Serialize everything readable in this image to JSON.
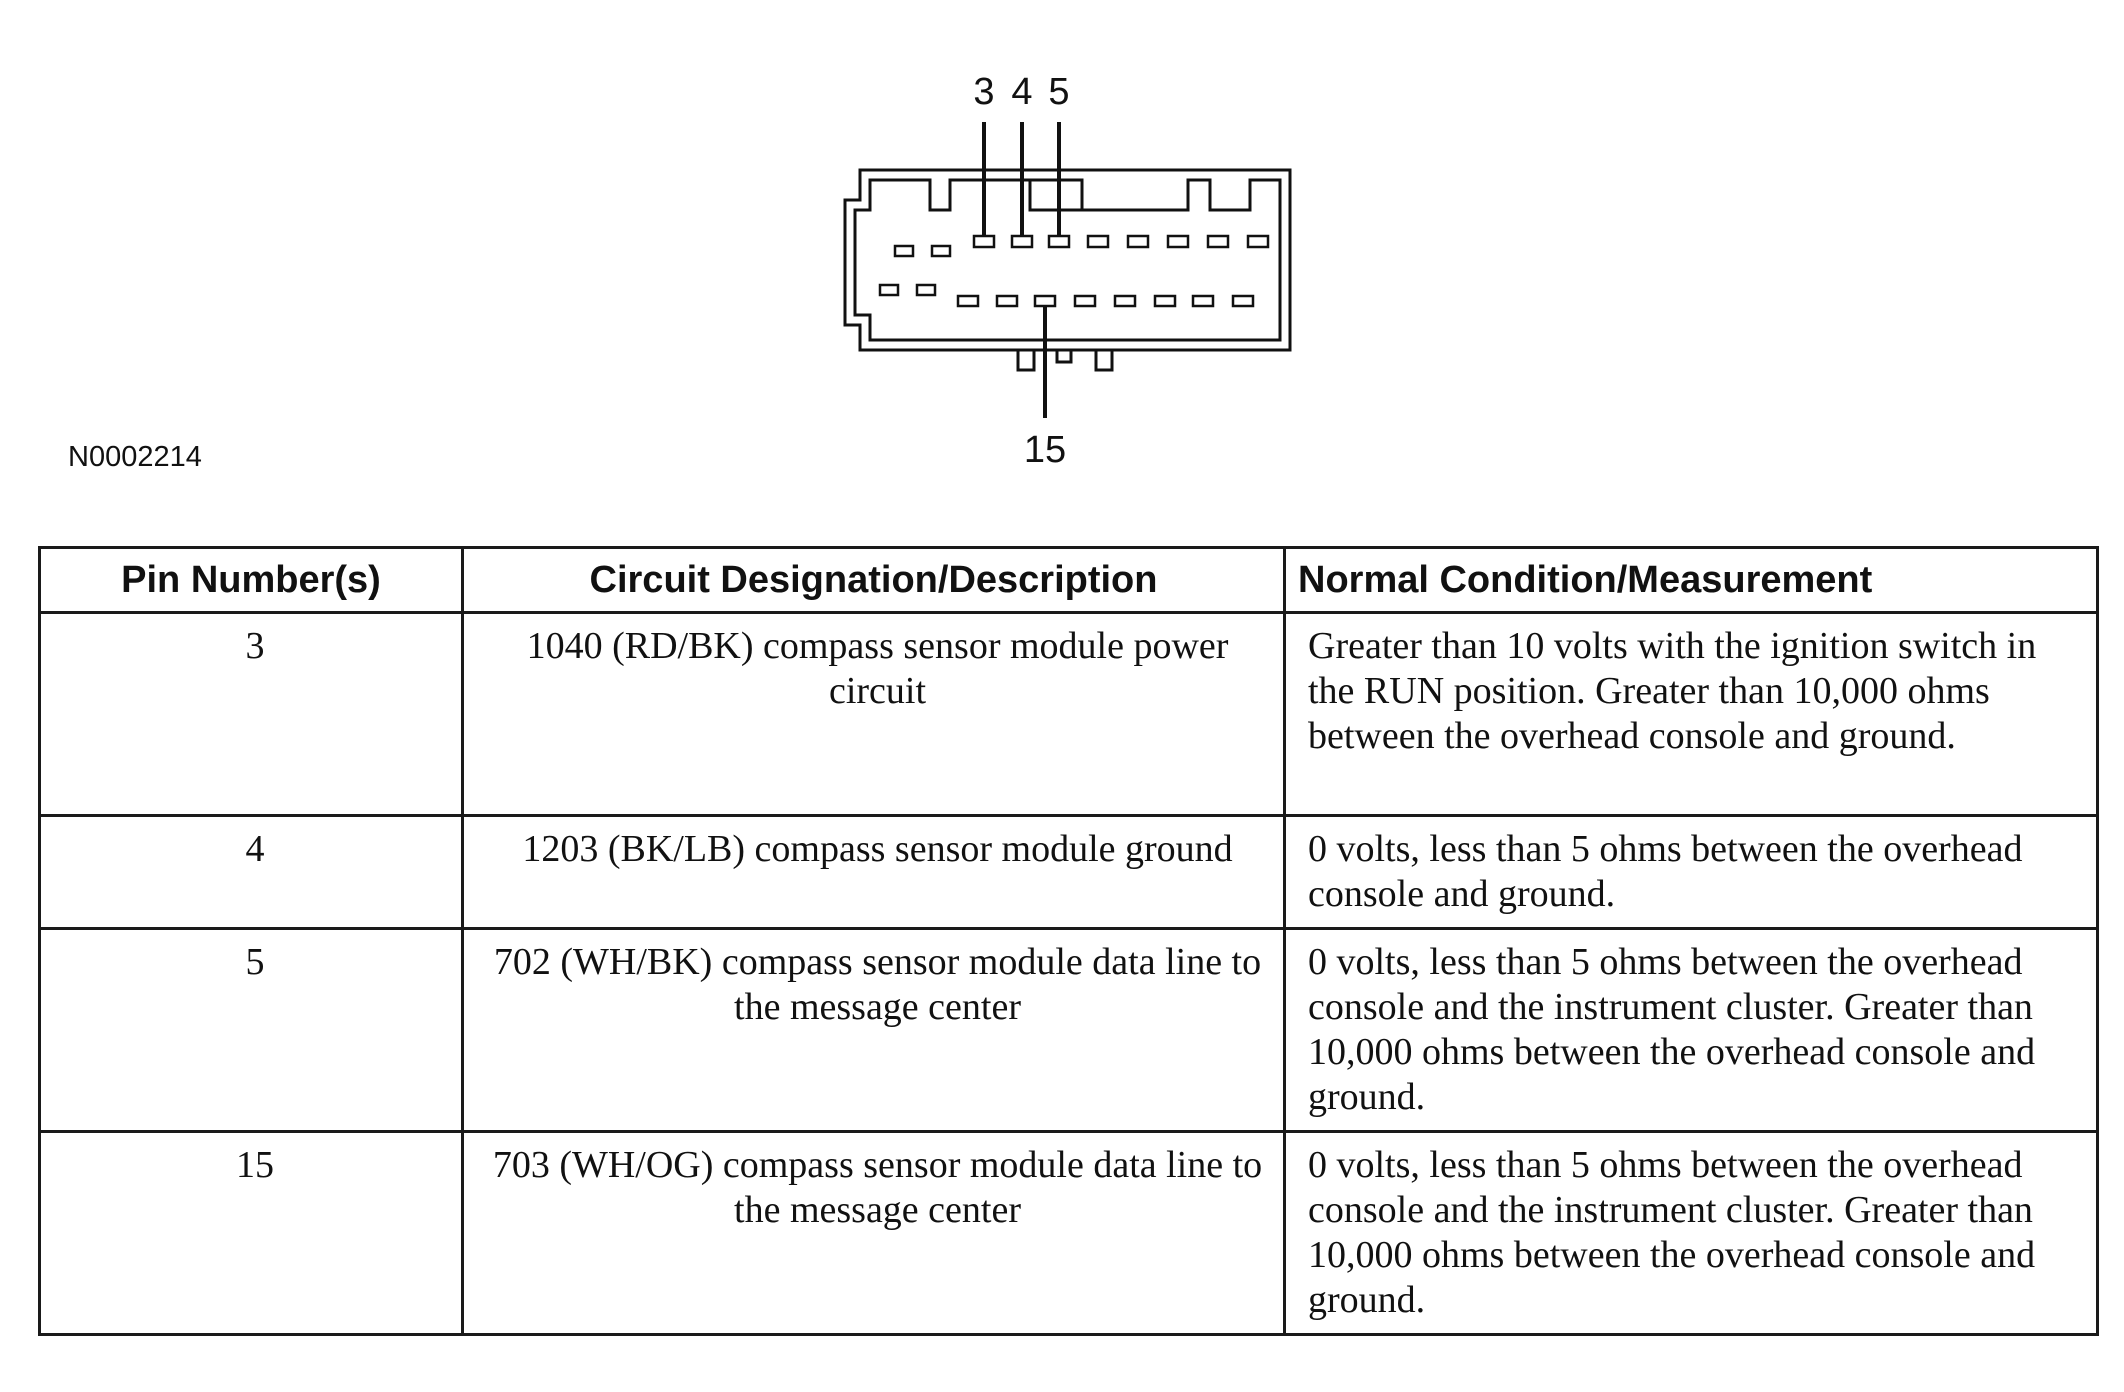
{
  "figure": {
    "id": "N0002214",
    "pin_labels": [
      "3",
      "4",
      "5",
      "15"
    ]
  },
  "table": {
    "headers": [
      "Pin Number(s)",
      "Circuit Designation/Description",
      "Normal Condition/Measurement"
    ],
    "rows": [
      {
        "pin": "3",
        "description": "1040 (RD/BK) compass sensor module power circuit",
        "measurement": "Greater than 10 volts with the ignition switch in the RUN position. Greater than 10,000 ohms between the overhead console and ground."
      },
      {
        "pin": "4",
        "description": "1203 (BK/LB) compass sensor module ground",
        "measurement": "0 volts, less than 5 ohms between the overhead console and ground."
      },
      {
        "pin": "5",
        "description": "702 (WH/BK) compass sensor module data line to the message center",
        "measurement": "0 volts, less than 5 ohms between the overhead console and the instrument cluster. Greater than 10,000 ohms between the overhead console and ground."
      },
      {
        "pin": "15",
        "description": "703 (WH/OG) compass sensor module data line to the message center",
        "measurement": "0 volts, less than 5 ohms between the overhead console and the instrument cluster. Greater than 10,000 ohms between the overhead console and ground."
      }
    ]
  }
}
